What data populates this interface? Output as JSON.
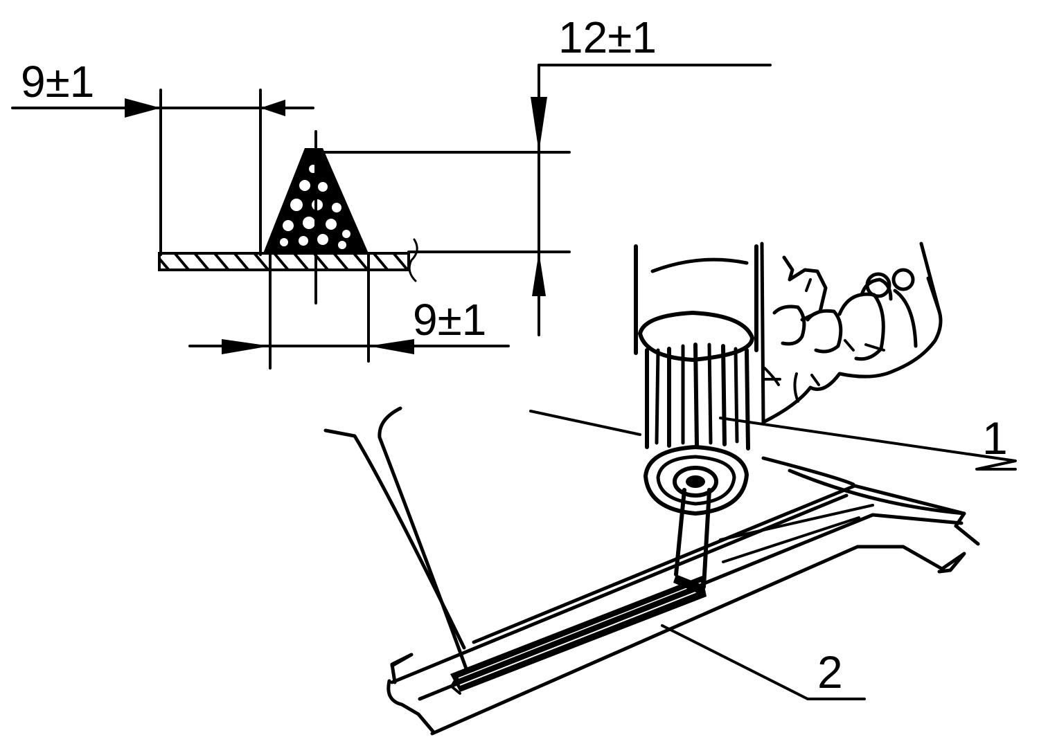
{
  "dimensions": {
    "bead_width_left": "9±1",
    "bead_height": "12±1",
    "bead_base_width": "9±1"
  },
  "callouts": {
    "nozzle": "1",
    "sealant_bead": "2"
  },
  "colors": {
    "ink": "#000000",
    "background": "#ffffff"
  }
}
